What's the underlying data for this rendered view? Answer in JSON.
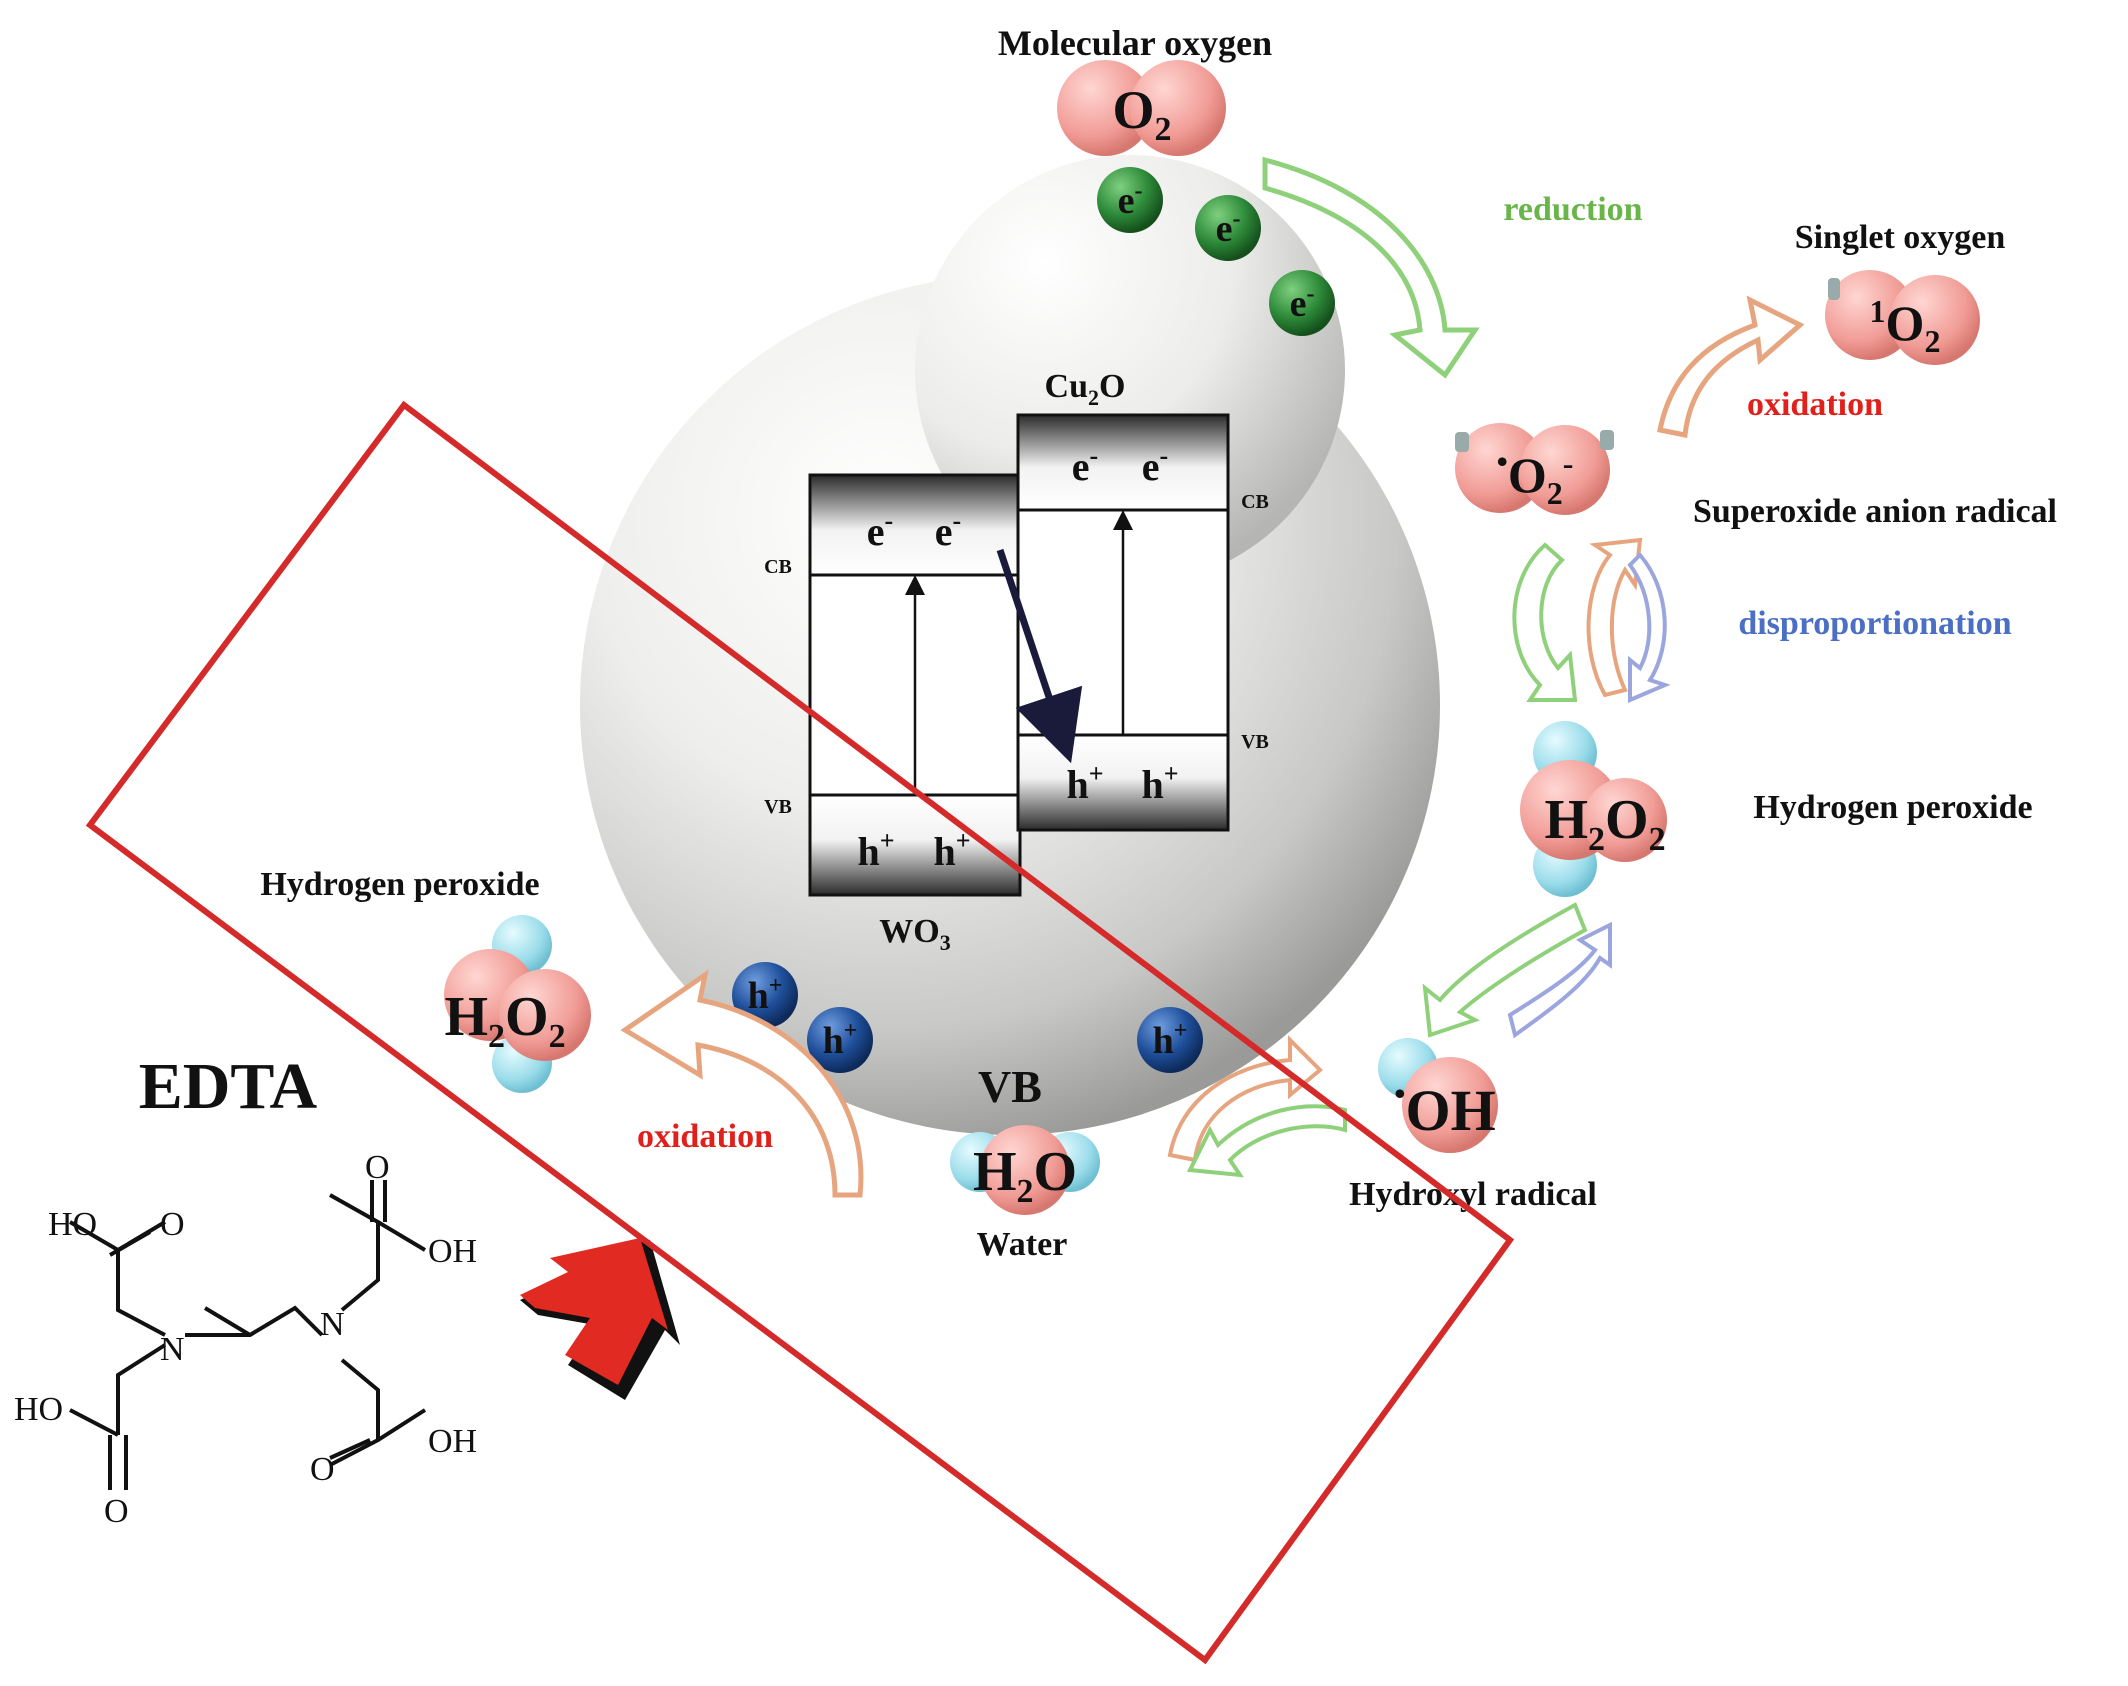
{
  "labels": {
    "molecular_oxygen": "Molecular oxygen",
    "reduction": "reduction",
    "singlet_oxygen": "Singlet oxygen",
    "oxidation_right": "oxidation",
    "superoxide": "Superoxide anion radical",
    "disproportionation": "disproportionation",
    "hydrogen_peroxide_right": "Hydrogen peroxide",
    "hydrogen_peroxide_left": "Hydrogen peroxide",
    "oxidation_left": "oxidation",
    "edta": "EDTA",
    "vb_bottom": "VB",
    "water": "Water",
    "hydroxyl": "Hydroxyl radical",
    "cu2o": "Cu",
    "cu2o_sub": "2",
    "cu2o_end": "O",
    "wo3": "WO",
    "wo3_sub": "3",
    "cb": "CB",
    "vb": "VB"
  },
  "species": {
    "o2_main": "O",
    "o2_sub": "2",
    "singlet_sup": "1",
    "singlet_main": "O",
    "singlet_sub": "2",
    "superoxide_dot": "•",
    "superoxide_main": "O",
    "superoxide_sub": "2",
    "superoxide_sup": "-",
    "h2o2_h": "H",
    "h2o2_sub1": "2",
    "h2o2_o": "O",
    "h2o2_sub2": "2",
    "h2o_h": "H",
    "h2o_sub": "2",
    "h2o_o": "O",
    "oh_dot": "•",
    "oh_main": "OH"
  },
  "carriers": {
    "electron": "e",
    "electron_sup": "-",
    "hole": "h",
    "hole_sup": "+"
  },
  "edta_atoms": {
    "ho": "HO",
    "oh": "OH",
    "o": "O",
    "n": "N"
  },
  "colors": {
    "green_arrow": "#8fd07a",
    "orange_arrow": "#e6a57f",
    "blue_arrow": "#9aa6dd",
    "red_box": "#d42a2a",
    "electron": "#2e8b3a",
    "hole": "#1f4f9a"
  }
}
